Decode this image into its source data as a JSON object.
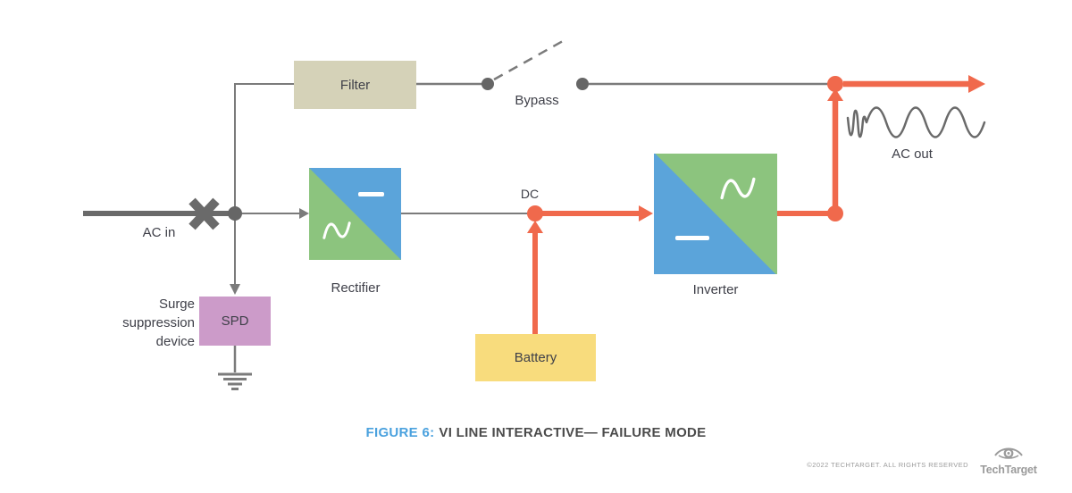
{
  "labels": {
    "ac_in": "AC in",
    "filter": "Filter",
    "bypass": "Bypass",
    "dc": "DC",
    "ac_out": "AC out",
    "rectifier": "Rectifier",
    "inverter": "Inverter",
    "battery": "Battery",
    "spd": "SPD",
    "surge_device": "Surge suppression device"
  },
  "caption": {
    "figure_label": "FIGURE 6:",
    "title": "VI LINE INTERACTIVE— FAILURE MODE"
  },
  "footer": {
    "copyright": "©2022 TECHTARGET. ALL RIGHTS RESERVED",
    "brand": "TechTarget"
  },
  "icons": {
    "failure_x_icon": "✕ (AC input failed)",
    "bypass_switch_icon": "open switch (dashed)",
    "ground_icon": "earth ground",
    "sine_icon": "AC sine symbol",
    "minus_icon": "DC symbol",
    "ac_waveform_icon": "output sine waveform",
    "techtarget_eye_icon": "eye logo"
  },
  "colors": {
    "orange": "#f0694c",
    "line_gray": "#7b7b7b",
    "dark_gray": "#6a6a6a",
    "dot_gray": "#666666",
    "green": "#8cc47e",
    "blue": "#5ba4da",
    "filter_beige": "#d5d2b8",
    "battery_yellow": "#f8dc7d",
    "spd_pink": "#cc9bc9",
    "label": "#3f4049",
    "caption_blue": "#4aa1de",
    "footer_gray": "#9b9b9b"
  }
}
